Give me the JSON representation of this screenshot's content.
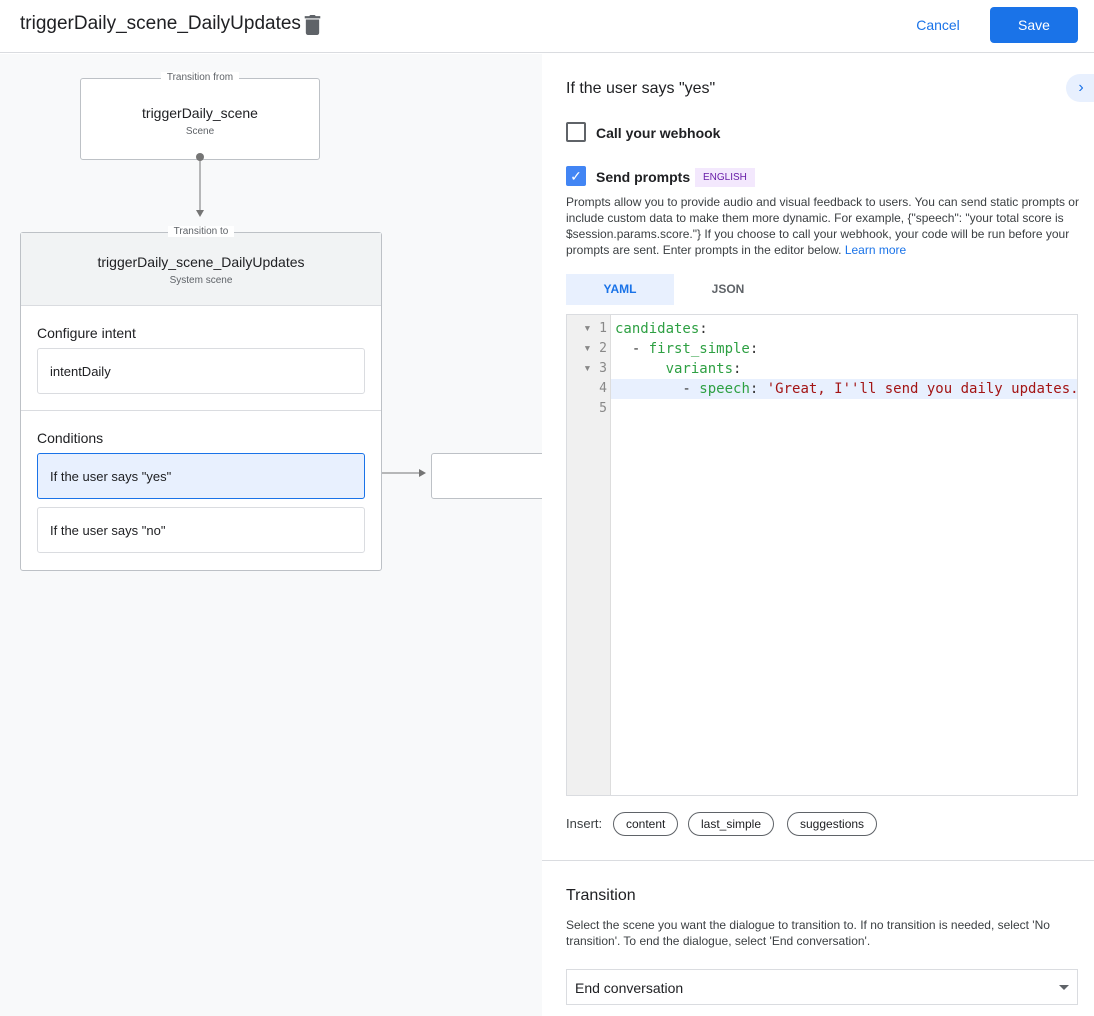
{
  "header": {
    "title": "triggerDaily_scene_DailyUpdates",
    "cancel": "Cancel",
    "save": "Save"
  },
  "canvas": {
    "from": {
      "legend": "Transition from",
      "name": "triggerDaily_scene",
      "type": "Scene"
    },
    "to": {
      "legend": "Transition to",
      "name": "triggerDaily_scene_DailyUpdates",
      "type": "System scene"
    },
    "configure_intent": "Configure intent",
    "intent": "intentDaily",
    "conditions": "Conditions",
    "condition_items": [
      "If the user says \"yes\"",
      "If the user says \"no\""
    ]
  },
  "panel": {
    "heading": "If the user says \"yes\"",
    "webhook_label": "Call your webhook",
    "webhook_checked": false,
    "prompts_label": "Send prompts",
    "prompts_checked": true,
    "language_badge": "ENGLISH",
    "description": "Prompts allow you to provide audio and visual feedback to users. You can send static prompts or include custom data to make them more dynamic. For example, {\"speech\": \"your total score is $session.params.score.\"} If you choose to call your webhook, your code will be run before your prompts are sent. Enter prompts in the editor below.",
    "learn_more": "Learn more",
    "tabs": [
      "YAML",
      "JSON"
    ],
    "active_tab": "YAML",
    "code_lines": [
      [
        [
          "k",
          "candidates"
        ],
        [
          "p",
          ":"
        ]
      ],
      [
        [
          "p",
          "  - "
        ],
        [
          "k",
          "first_simple"
        ],
        [
          "p",
          ":"
        ]
      ],
      [
        [
          "p",
          "      "
        ],
        [
          "k",
          "variants"
        ],
        [
          "p",
          ":"
        ]
      ],
      [
        [
          "p",
          "        - "
        ],
        [
          "k",
          "speech"
        ],
        [
          "p",
          ": "
        ],
        [
          "s",
          "'Great, I''ll send you daily updates."
        ]
      ],
      []
    ],
    "insert_label": "Insert:",
    "insert_chips": [
      "content",
      "last_simple",
      "suggestions"
    ],
    "transition_heading": "Transition",
    "transition_desc": "Select the scene you want the dialogue to transition to. If no transition is needed, select 'No transition'. To end the dialogue, select 'End conversation'.",
    "transition_value": "End conversation"
  },
  "colors": {
    "accent": "#1a73e8",
    "selected_condition_bg": "#e8f0fe"
  }
}
